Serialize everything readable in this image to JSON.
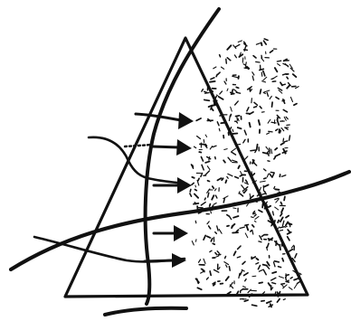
{
  "figure": {
    "kind": "hand-drawn sketch",
    "elements": [
      "triangle",
      "vertical-curve",
      "crossing-curve",
      "arrows",
      "stippled-region"
    ],
    "arrow_count": 5,
    "incoming_curve_count": 2,
    "colors": {
      "ink": "#111111",
      "background": "#ffffff"
    }
  }
}
